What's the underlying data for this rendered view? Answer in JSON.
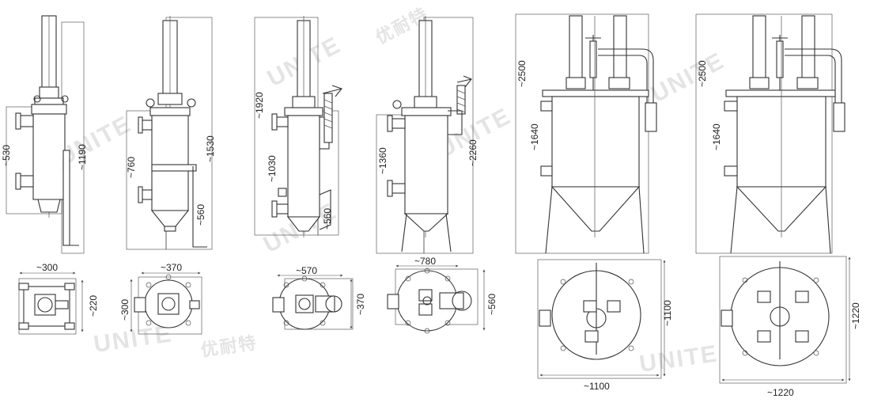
{
  "watermark": {
    "brand": "UNITE",
    "chinese": "优耐特"
  },
  "units": [
    {
      "id": "unit-1",
      "elevation_dims": {
        "side_height": "~530",
        "total_height": "~1190"
      },
      "plan_dims": {
        "width": "~300",
        "depth": "~220"
      }
    },
    {
      "id": "unit-2",
      "elevation_dims": {
        "body_height": "~760",
        "total_height": "~1530",
        "inlet_height": "~560"
      },
      "plan_dims": {
        "width": "~370",
        "depth": "~300"
      }
    },
    {
      "id": "unit-3",
      "elevation_dims": {
        "total_height": "~1920",
        "body_height": "~1030",
        "inlet_height": "~560"
      },
      "plan_dims": {
        "width": "~570",
        "depth": "~370"
      }
    },
    {
      "id": "unit-4",
      "elevation_dims": {
        "body_height": "~1360",
        "total_height": "~2260"
      },
      "plan_dims": {
        "width": "~780",
        "depth": "~560"
      }
    },
    {
      "id": "unit-5",
      "elevation_dims": {
        "total_height": "~2500",
        "body_height": "~1640"
      },
      "plan_dims": {
        "width": "~1100",
        "depth": "~1100"
      }
    },
    {
      "id": "unit-6",
      "elevation_dims": {
        "total_height": "~2500",
        "body_height": "~1640"
      },
      "plan_dims": {
        "width": "~1220",
        "depth": "~1220"
      }
    }
  ]
}
